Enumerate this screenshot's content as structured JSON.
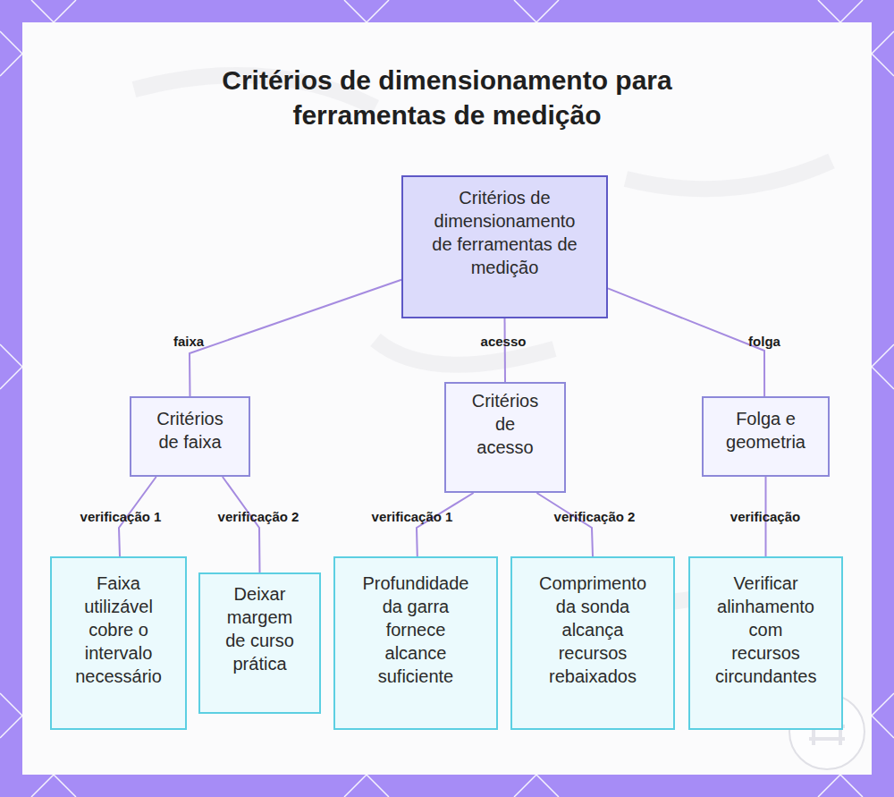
{
  "diagram": {
    "title": "Critérios de dimensionamento para ferramentas de medição",
    "nodes": [
      {
        "text": [
          "Critérios de dimensionamento de ferramentas de medição"
        ]
      },
      {
        "text": [
          "Critérios de faixa"
        ]
      },
      {
        "text": [
          "Critérios de acesso"
        ]
      },
      {
        "text": [
          "Folga e geometria"
        ]
      },
      {
        "text": [
          "Faixa utilizável cobre o intervalo necessário"
        ]
      },
      {
        "text": [
          "Deixar margem de curso prática"
        ]
      },
      {
        "text": [
          "Profundidade da garra fornece alcance suficiente"
        ]
      },
      {
        "text": [
          "Comprimento da sonda alcança recursos rebaixados"
        ]
      },
      {
        "text": [
          "Verificar alinhamento com recursos circundantes"
        ]
      }
    ],
    "edges": [
      {
        "from": 0,
        "to": 1,
        "label": "faixa",
        "arrow": "none"
      },
      {
        "from": 0,
        "to": 2,
        "label": "acesso",
        "arrow": "none"
      },
      {
        "from": 0,
        "to": 3,
        "label": "folga",
        "arrow": "none"
      },
      {
        "from": 1,
        "to": 4,
        "label": "verificação 1",
        "arrow": "none"
      },
      {
        "from": 1,
        "to": 5,
        "label": "verificação 2",
        "arrow": "none"
      },
      {
        "from": 2,
        "to": 6,
        "label": "verificação 1",
        "arrow": "none"
      },
      {
        "from": 2,
        "to": 7,
        "label": "verificação 2",
        "arrow": "none"
      },
      {
        "from": 3,
        "to": 8,
        "label": "verificação",
        "arrow": "none"
      }
    ]
  }
}
